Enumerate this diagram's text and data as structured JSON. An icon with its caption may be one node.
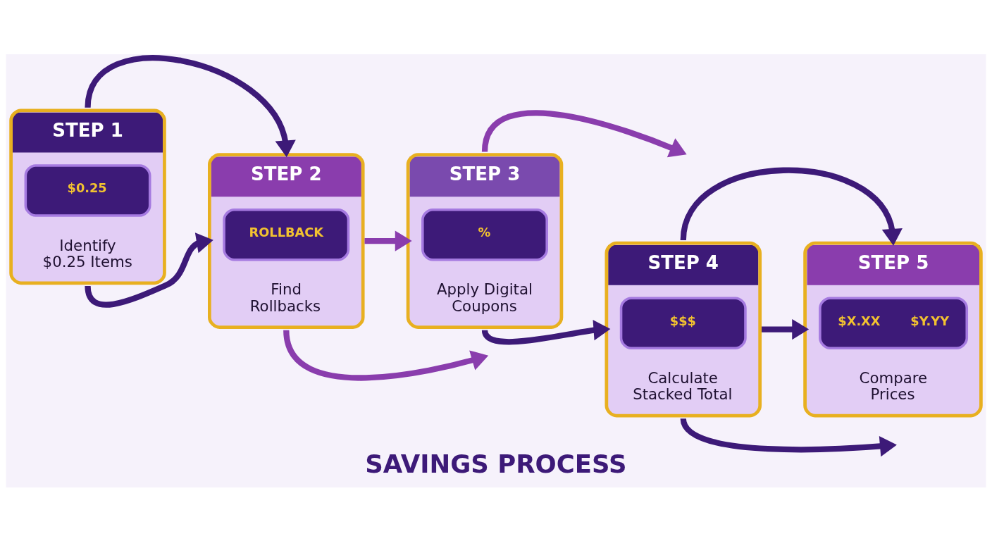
{
  "diagram": {
    "title": "SAVINGS PROCESS",
    "nodes": [
      {
        "text": [
          "STEP 1",
          "$0.25",
          "Identify $0.25 Items"
        ]
      },
      {
        "text": [
          "STEP 2",
          "ROLLBACK",
          "Find Rollbacks"
        ]
      },
      {
        "text": [
          "STEP 3",
          "%",
          "Apply Digital Coupons"
        ]
      },
      {
        "text": [
          "STEP 4",
          "$$$",
          "Calculate Stacked Total"
        ]
      },
      {
        "text": [
          "STEP 5",
          "$X.XX",
          "$Y.YY",
          "Compare Prices"
        ]
      }
    ],
    "edges": [
      {
        "from": 0,
        "to": 1,
        "arrow": "to"
      },
      {
        "from": 0,
        "to": 1,
        "arrow": "to"
      },
      {
        "from": 1,
        "to": null,
        "arrow": "to",
        "color": "#8a3dad"
      },
      {
        "from": 1,
        "to": 2,
        "arrow": "to",
        "color": "#8a3dad"
      },
      {
        "from": 2,
        "to": null,
        "arrow": "to",
        "color": "#8a3dad"
      },
      {
        "from": 2,
        "to": 3,
        "arrow": "to"
      },
      {
        "from": 3,
        "to": 4,
        "arrow": "to"
      },
      {
        "from": 3,
        "to": null,
        "arrow": "to"
      },
      {
        "from": 3,
        "to": 4,
        "arrow": "to"
      }
    ]
  }
}
